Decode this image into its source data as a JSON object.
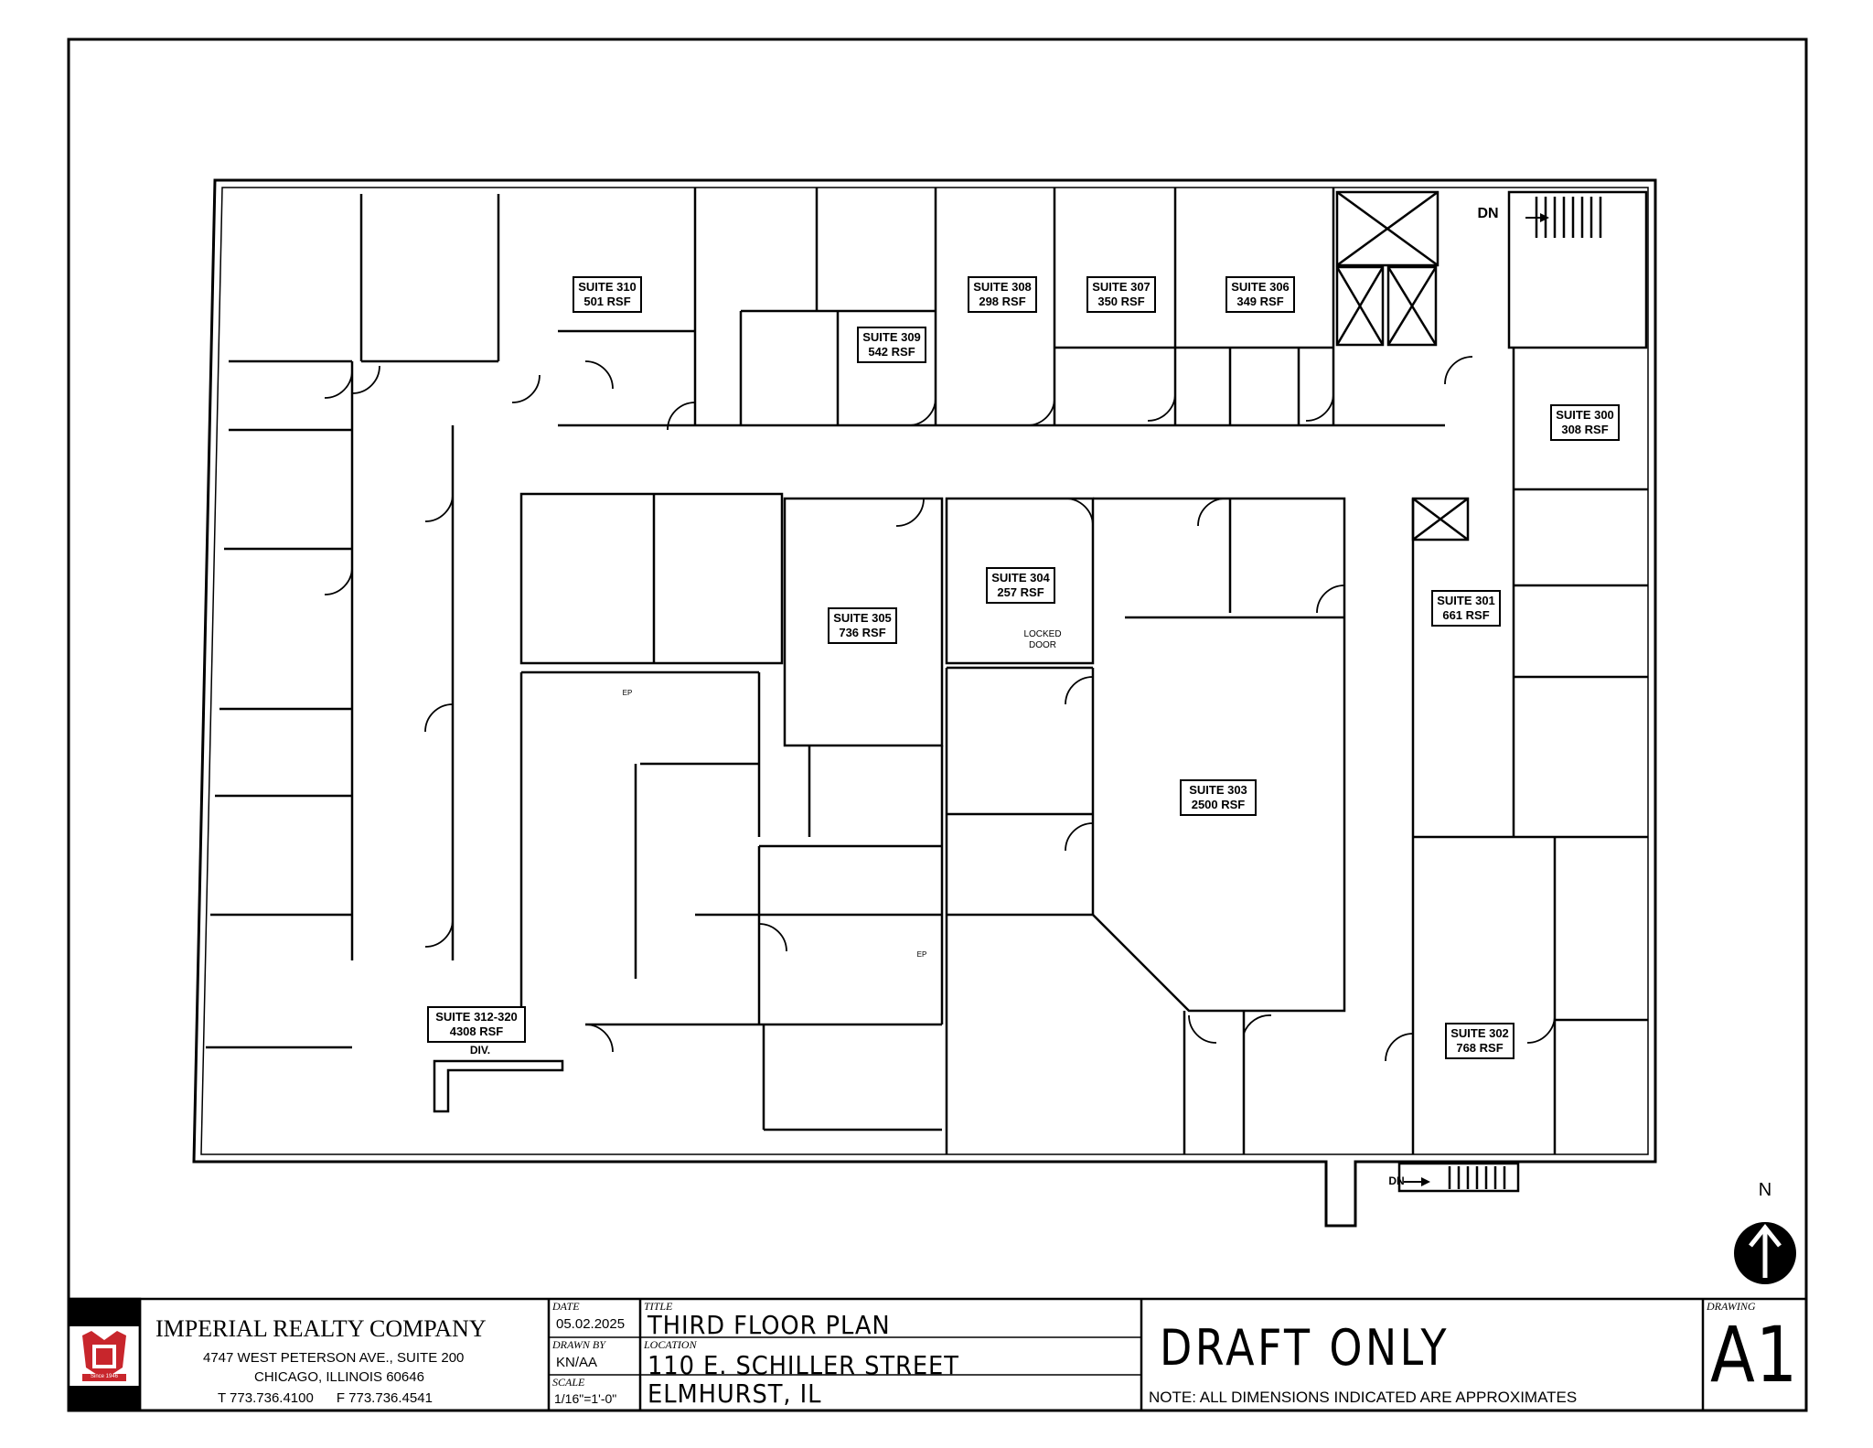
{
  "plan": {
    "north_label": "N",
    "dn_labels": [
      "DN",
      "DN"
    ],
    "small_labels": {
      "locked_door": [
        "LOCKED",
        "DOOR"
      ],
      "ep": [
        "EP",
        "EP"
      ],
      "div": "DIV."
    },
    "suites": [
      {
        "id": "310",
        "lines": [
          "SUITE 310",
          "501 RSF"
        ]
      },
      {
        "id": "309",
        "lines": [
          "SUITE 309",
          "542 RSF"
        ]
      },
      {
        "id": "308",
        "lines": [
          "SUITE 308",
          "298 RSF"
        ]
      },
      {
        "id": "307",
        "lines": [
          "SUITE 307",
          "350 RSF"
        ]
      },
      {
        "id": "306",
        "lines": [
          "SUITE 306",
          "349 RSF"
        ]
      },
      {
        "id": "300",
        "lines": [
          "SUITE 300",
          "308 RSF"
        ]
      },
      {
        "id": "304",
        "lines": [
          "SUITE 304",
          "257 RSF"
        ]
      },
      {
        "id": "305",
        "lines": [
          "SUITE 305",
          "736 RSF"
        ]
      },
      {
        "id": "301",
        "lines": [
          "SUITE 301",
          "661 RSF"
        ]
      },
      {
        "id": "303",
        "lines": [
          "SUITE 303",
          "2500 RSF"
        ]
      },
      {
        "id": "302",
        "lines": [
          "SUITE 302",
          "768 RSF"
        ]
      },
      {
        "id": "312-320",
        "lines": [
          "SUITE 312-320",
          "4308 RSF"
        ]
      }
    ]
  },
  "title_block": {
    "company_name": "IMPERIAL REALTY COMPANY",
    "address_line": "4747 WEST PETERSON AVE., SUITE 200",
    "city_line": "CHICAGO, ILLINOIS 60646",
    "phone_line": "T 773.736.4100      F 773.736.4541",
    "logo_ribbon_text": "Since 1946",
    "date_label": "DATE",
    "date_value": "05.02.2025",
    "drawn_by_label": "DRAWN BY",
    "drawn_by_value": "KN/AA",
    "scale_label": "SCALE",
    "scale_value": "1/16\"=1'-0\"",
    "title_label": "TITLE",
    "title_value": "THIRD FLOOR PLAN",
    "location_label": "LOCATION",
    "location_line1": "110 E. SCHILLER STREET",
    "location_line2": "ELMHURST, IL",
    "draft_text": "DRAFT ONLY",
    "note_text": "NOTE: ALL DIMENSIONS INDICATED ARE APPROXIMATES",
    "drawing_label": "DRAWING",
    "drawing_value": "A1"
  },
  "colors": {
    "line": "#000000",
    "logo_red": "#c8262c",
    "paper": "#ffffff"
  }
}
